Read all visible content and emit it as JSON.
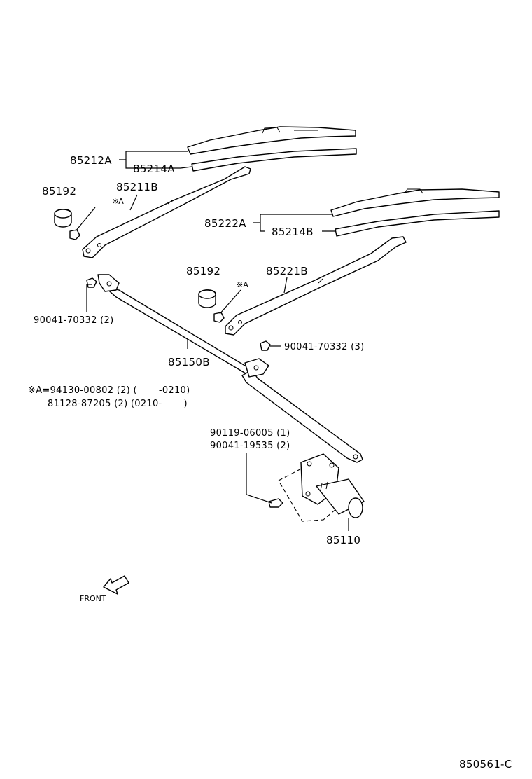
{
  "labels": {
    "p85212A": "85212A",
    "p85214A": "85214A",
    "p85192_left": "85192",
    "p85211B": "85211B",
    "markA_left": "※A",
    "p85222A": "85222A",
    "p85214B": "85214B",
    "p85192_right": "85192",
    "p85221B": "85221B",
    "markA_right": "※A",
    "nut_left": "90041-70332 (2)",
    "nut_right": "90041-70332 (3)",
    "p85150B": "85150B",
    "noteA_line1": "※A=94130-00802 (2) (       -0210)",
    "noteA_line2": "81128-87205 (2) (0210-       )",
    "bolt_line1": "90119-06005 (1)",
    "bolt_line2": "90041-19535 (2)",
    "p85110": "85110",
    "front": "FRONT",
    "drawing_id": "850561-C"
  },
  "icons": {
    "front_arrow": "front-direction-arrow-icon"
  }
}
